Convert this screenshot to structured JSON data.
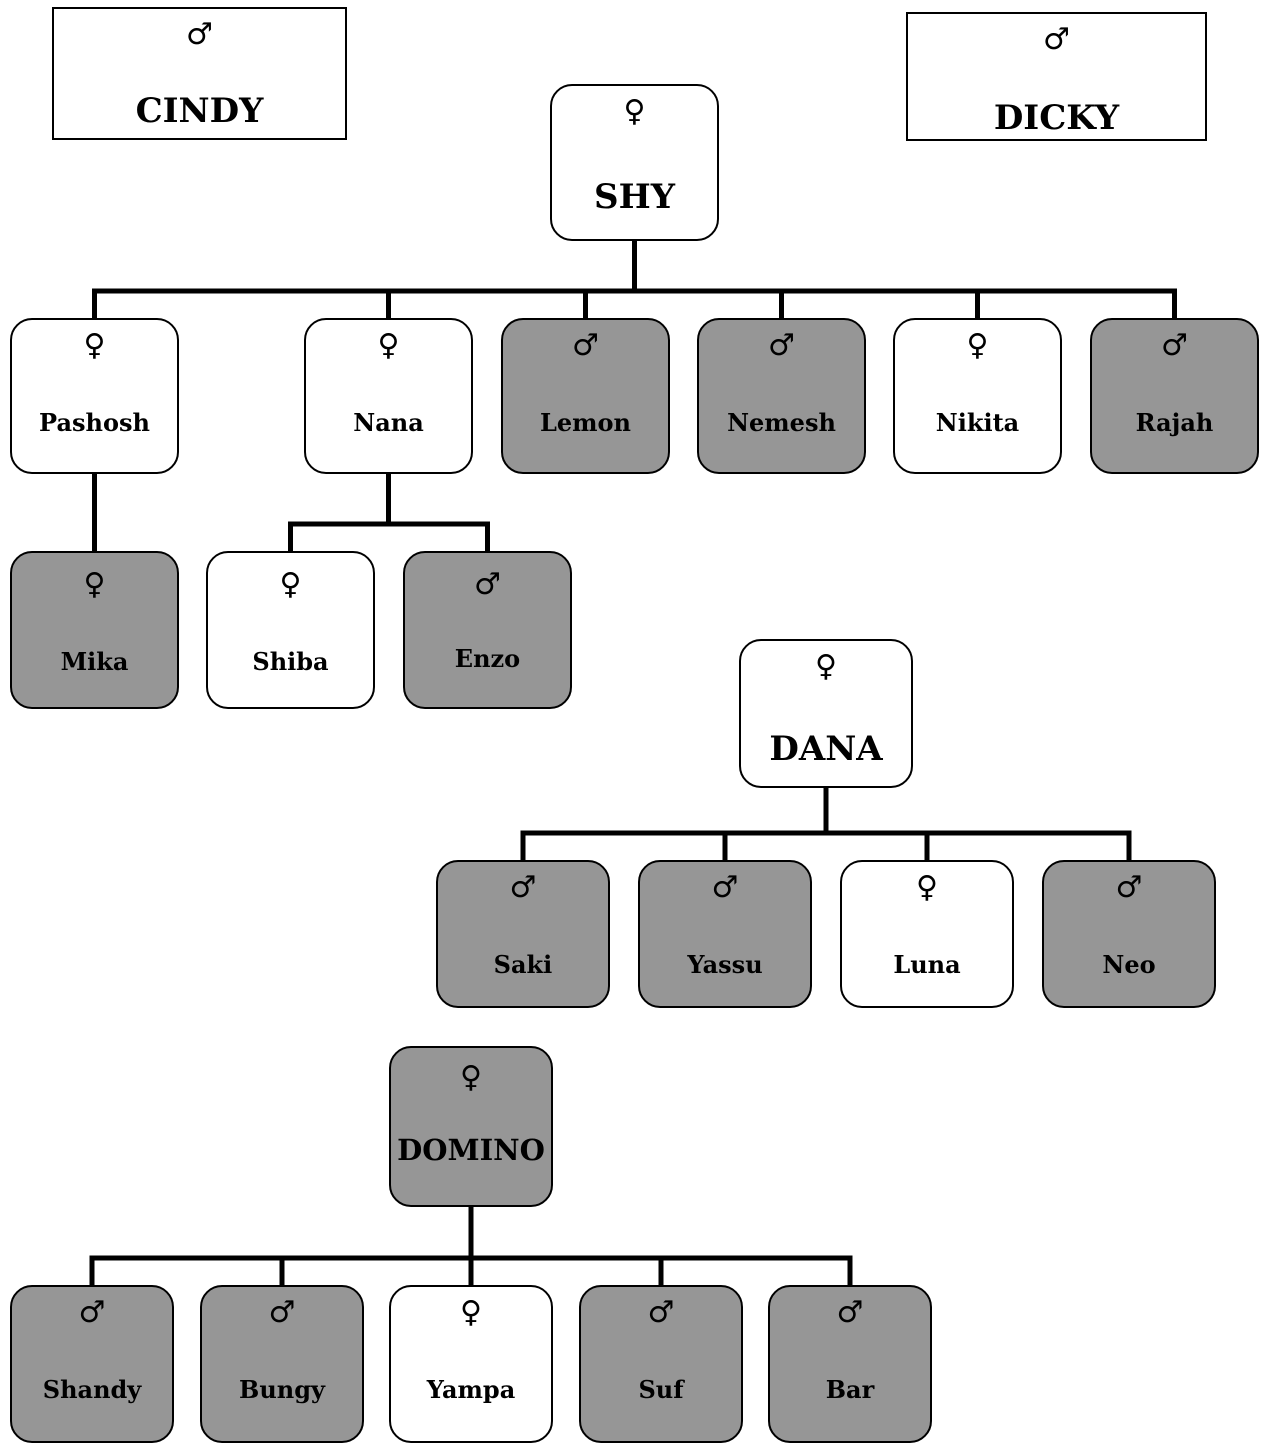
{
  "symbols": {
    "male": "♂",
    "female": "♀"
  },
  "nodes": [
    {
      "id": "cindy",
      "name": "CINDY",
      "sex": "male",
      "shade": "white"
    },
    {
      "id": "dicky",
      "name": "DICKY",
      "sex": "male",
      "shade": "white"
    },
    {
      "id": "shy",
      "name": "SHY",
      "sex": "female",
      "shade": "white"
    },
    {
      "id": "pashosh",
      "name": "Pashosh",
      "sex": "female",
      "shade": "white"
    },
    {
      "id": "nana",
      "name": "Nana",
      "sex": "female",
      "shade": "white"
    },
    {
      "id": "lemon",
      "name": "Lemon",
      "sex": "male",
      "shade": "gray"
    },
    {
      "id": "nemesh",
      "name": "Nemesh",
      "sex": "male",
      "shade": "gray"
    },
    {
      "id": "nikita",
      "name": "Nikita",
      "sex": "female",
      "shade": "white"
    },
    {
      "id": "rajah",
      "name": "Rajah",
      "sex": "male",
      "shade": "gray"
    },
    {
      "id": "mika",
      "name": "Mika",
      "sex": "female",
      "shade": "gray"
    },
    {
      "id": "shiba",
      "name": "Shiba",
      "sex": "female",
      "shade": "white"
    },
    {
      "id": "enzo",
      "name": "Enzo",
      "sex": "male",
      "shade": "gray"
    },
    {
      "id": "dana",
      "name": "DANA",
      "sex": "female",
      "shade": "white"
    },
    {
      "id": "saki",
      "name": "Saki",
      "sex": "male",
      "shade": "gray"
    },
    {
      "id": "yassu",
      "name": "Yassu",
      "sex": "male",
      "shade": "gray"
    },
    {
      "id": "luna",
      "name": "Luna",
      "sex": "female",
      "shade": "white"
    },
    {
      "id": "neo",
      "name": "Neo",
      "sex": "male",
      "shade": "gray"
    },
    {
      "id": "domino",
      "name": "DOMINO",
      "sex": "female",
      "shade": "gray"
    },
    {
      "id": "shandy",
      "name": "Shandy",
      "sex": "male",
      "shade": "gray"
    },
    {
      "id": "bungy",
      "name": "Bungy",
      "sex": "male",
      "shade": "gray"
    },
    {
      "id": "yampa",
      "name": "Yampa",
      "sex": "female",
      "shade": "white"
    },
    {
      "id": "suf",
      "name": "Suf",
      "sex": "male",
      "shade": "gray"
    },
    {
      "id": "bar",
      "name": "Bar",
      "sex": "male",
      "shade": "gray"
    }
  ],
  "edges": [
    {
      "parent": "shy",
      "children": [
        "pashosh",
        "nana",
        "lemon",
        "nemesh",
        "nikita",
        "rajah"
      ]
    },
    {
      "parent": "pashosh",
      "children": [
        "mika"
      ]
    },
    {
      "parent": "nana",
      "children": [
        "shiba",
        "enzo"
      ]
    },
    {
      "parent": "dana",
      "children": [
        "saki",
        "yassu",
        "luna",
        "neo"
      ]
    },
    {
      "parent": "domino",
      "children": [
        "shandy",
        "bungy",
        "yampa",
        "suf",
        "bar"
      ]
    }
  ],
  "colors": {
    "gray": "#969696",
    "white": "#ffffff",
    "line": "#000000"
  }
}
